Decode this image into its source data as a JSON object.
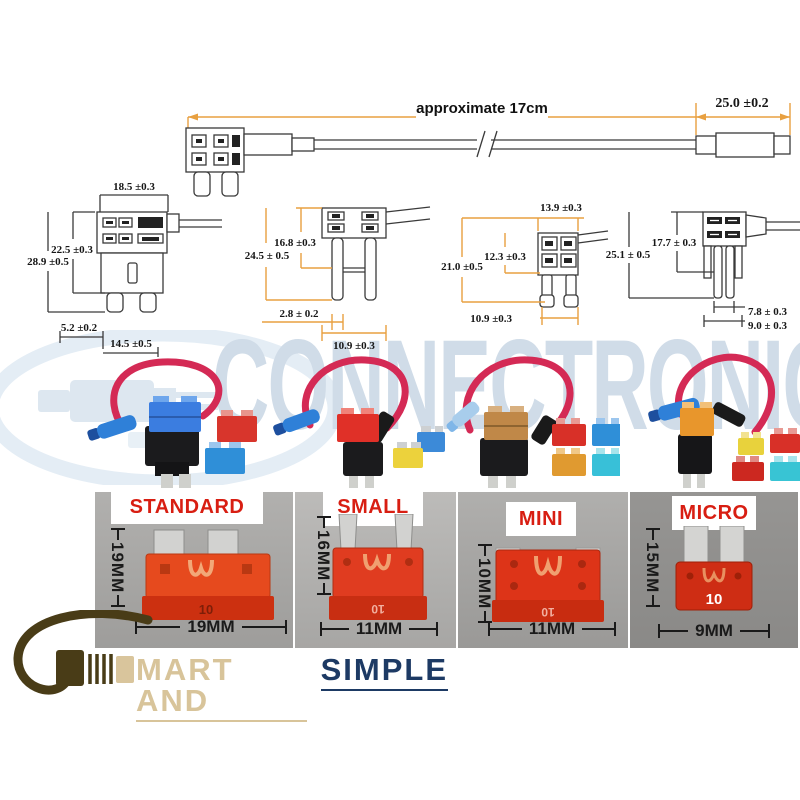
{
  "watermark": {
    "text": "CONNECTRONICS"
  },
  "top_assembly": {
    "length_label": "approximate 17cm",
    "terminal_dim": "25.0 ±0.2"
  },
  "diagrams": {
    "standard": {
      "width_top": "18.5 ±0.3",
      "height_inner": "22.5 ±0.3",
      "height_total": "28.9 ±0.5",
      "leg_offset": "5.2 ±0.2",
      "width_bottom": "14.5 ±0.5"
    },
    "small": {
      "height_inner": "16.8 ±0.3",
      "height_total": "24.5 ± 0.5",
      "leg_width": "2.8 ± 0.2",
      "width_bottom": "10.9 ±0.3"
    },
    "mini": {
      "width_top": "13.9 ±0.3",
      "height_inner": "12.3 ±0.3",
      "height_total": "21.0 ±0.5",
      "width_bottom": "10.9 ±0.3"
    },
    "micro": {
      "height_inner": "17.7 ± 0.3",
      "height_total": "25.1 ± 0.5",
      "width_pins": "7.8 ± 0.3",
      "width_bottom": "9.0 ± 0.3"
    }
  },
  "size_chart": {
    "panels": [
      {
        "label": "STANDARD",
        "height": "19MM",
        "width": "19MM",
        "amp_marking": "10"
      },
      {
        "label": "SMALL",
        "height": "16MM",
        "width": "11MM",
        "amp_marking": "10"
      },
      {
        "label": "MINI",
        "height": "10MM",
        "width": "11MM",
        "amp_marking": "10"
      },
      {
        "label": "MICRO",
        "height": "15MM",
        "width": "9MM",
        "amp_marking": "10"
      }
    ]
  },
  "brand": {
    "name_left": "MART AND",
    "name_right": "SIMPLE"
  },
  "colors": {
    "dimension_accent": "#e8a040",
    "label_red": "#d81e12",
    "brand_tan": "#d8c49a",
    "brand_navy": "#1d3a64",
    "watermark_blue": "#d0dce8",
    "wire_red": "#d42a55"
  }
}
